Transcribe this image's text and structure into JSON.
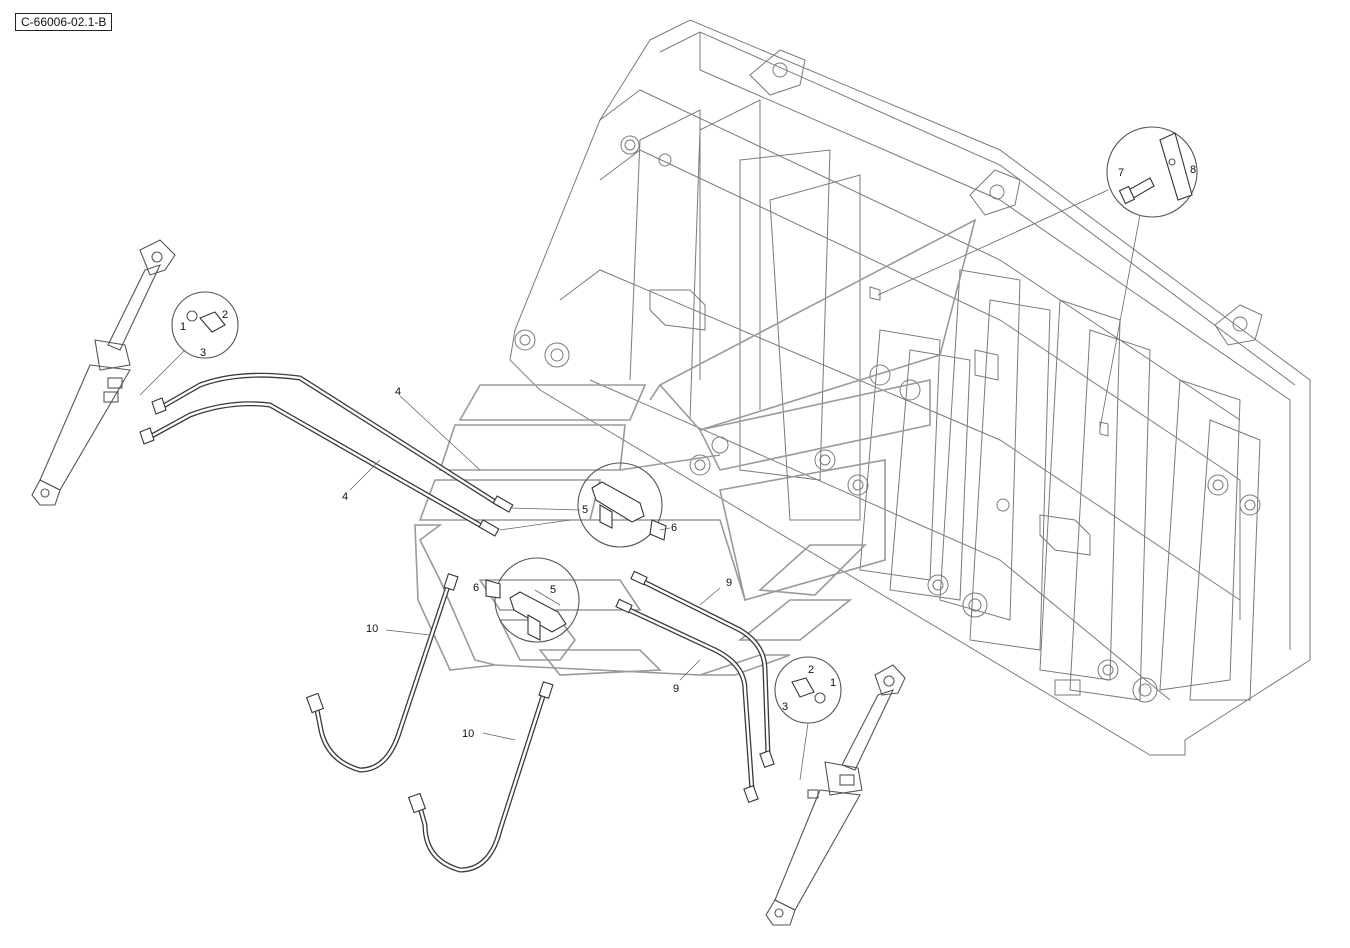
{
  "document": {
    "id": "C-66006-02.1-B"
  },
  "callouts": {
    "left_detail": {
      "oring": "1",
      "fitting": "2",
      "assembly": "3"
    },
    "right_detail": {
      "oring": "1",
      "fitting": "2",
      "assembly": "3"
    },
    "pipe_upper": "4",
    "pipe_lower": "4",
    "tee_upper": "5",
    "tee_lower": "5",
    "nut_upper": "6",
    "nut_lower": "6",
    "bolt": "7",
    "clamp": "8",
    "hose_upper": "9",
    "hose_lower": "9",
    "hose_left_upper": "10",
    "hose_left_lower": "10"
  }
}
